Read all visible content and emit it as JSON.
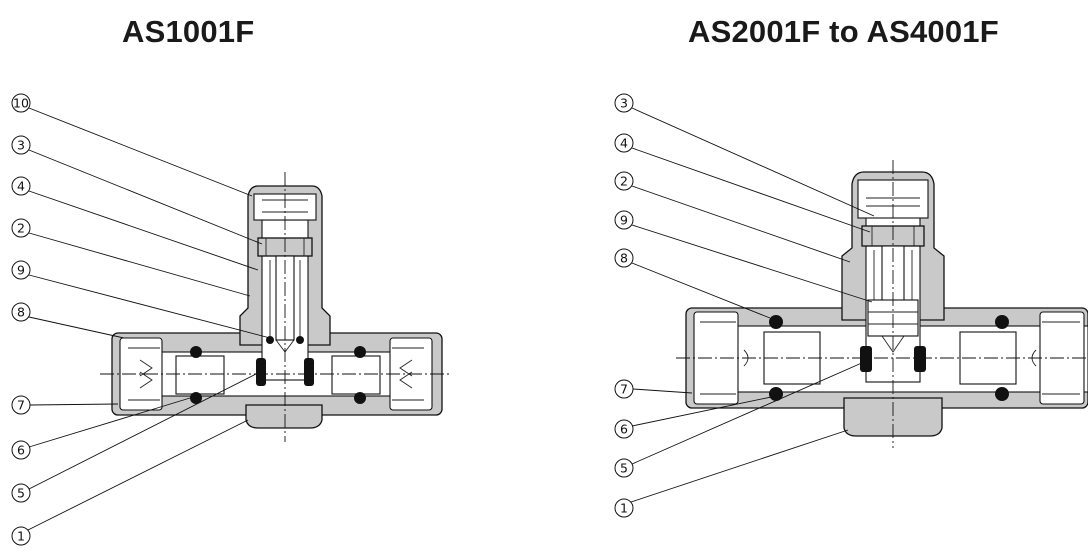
{
  "titles": {
    "left": "AS1001F",
    "right": "AS2001F to AS4001F"
  },
  "left_diagram": {
    "callouts": [
      "10",
      "3",
      "4",
      "2",
      "9",
      "8",
      "7",
      "6",
      "5",
      "1"
    ]
  },
  "right_diagram": {
    "callouts": [
      "3",
      "4",
      "2",
      "9",
      "8",
      "7",
      "6",
      "5",
      "1"
    ]
  }
}
